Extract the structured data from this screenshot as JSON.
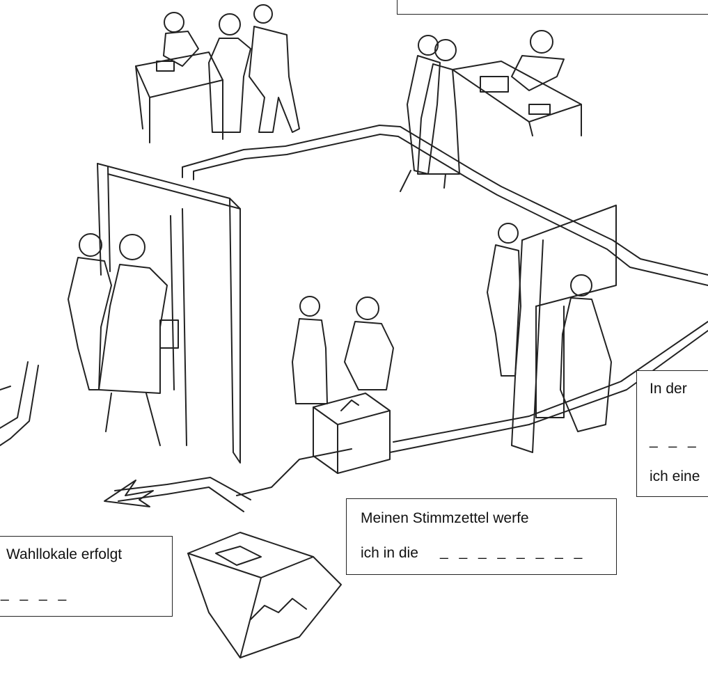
{
  "worksheet": {
    "box_top_right": {},
    "box_right": {
      "line1": "In der",
      "blank": "_ _ _",
      "line3": "ich eine"
    },
    "box_middle": {
      "line1": "Meinen Stimmzettel werfe",
      "line2_prefix": "ich in die",
      "blank": "_ _ _ _ _ _ _ _"
    },
    "box_bottom_left": {
      "line1": "Wahllokale erfolgt",
      "blank": "_ _ _ _"
    }
  },
  "illustration": {
    "subject": "polling-station-sketch",
    "stations": [
      "entrance-desk",
      "registration-desk",
      "voting-booth",
      "ballot-box",
      "exit-arrow",
      "open-ballot-box"
    ]
  },
  "colors": {
    "line": "#222222",
    "paper": "#ffffff"
  }
}
